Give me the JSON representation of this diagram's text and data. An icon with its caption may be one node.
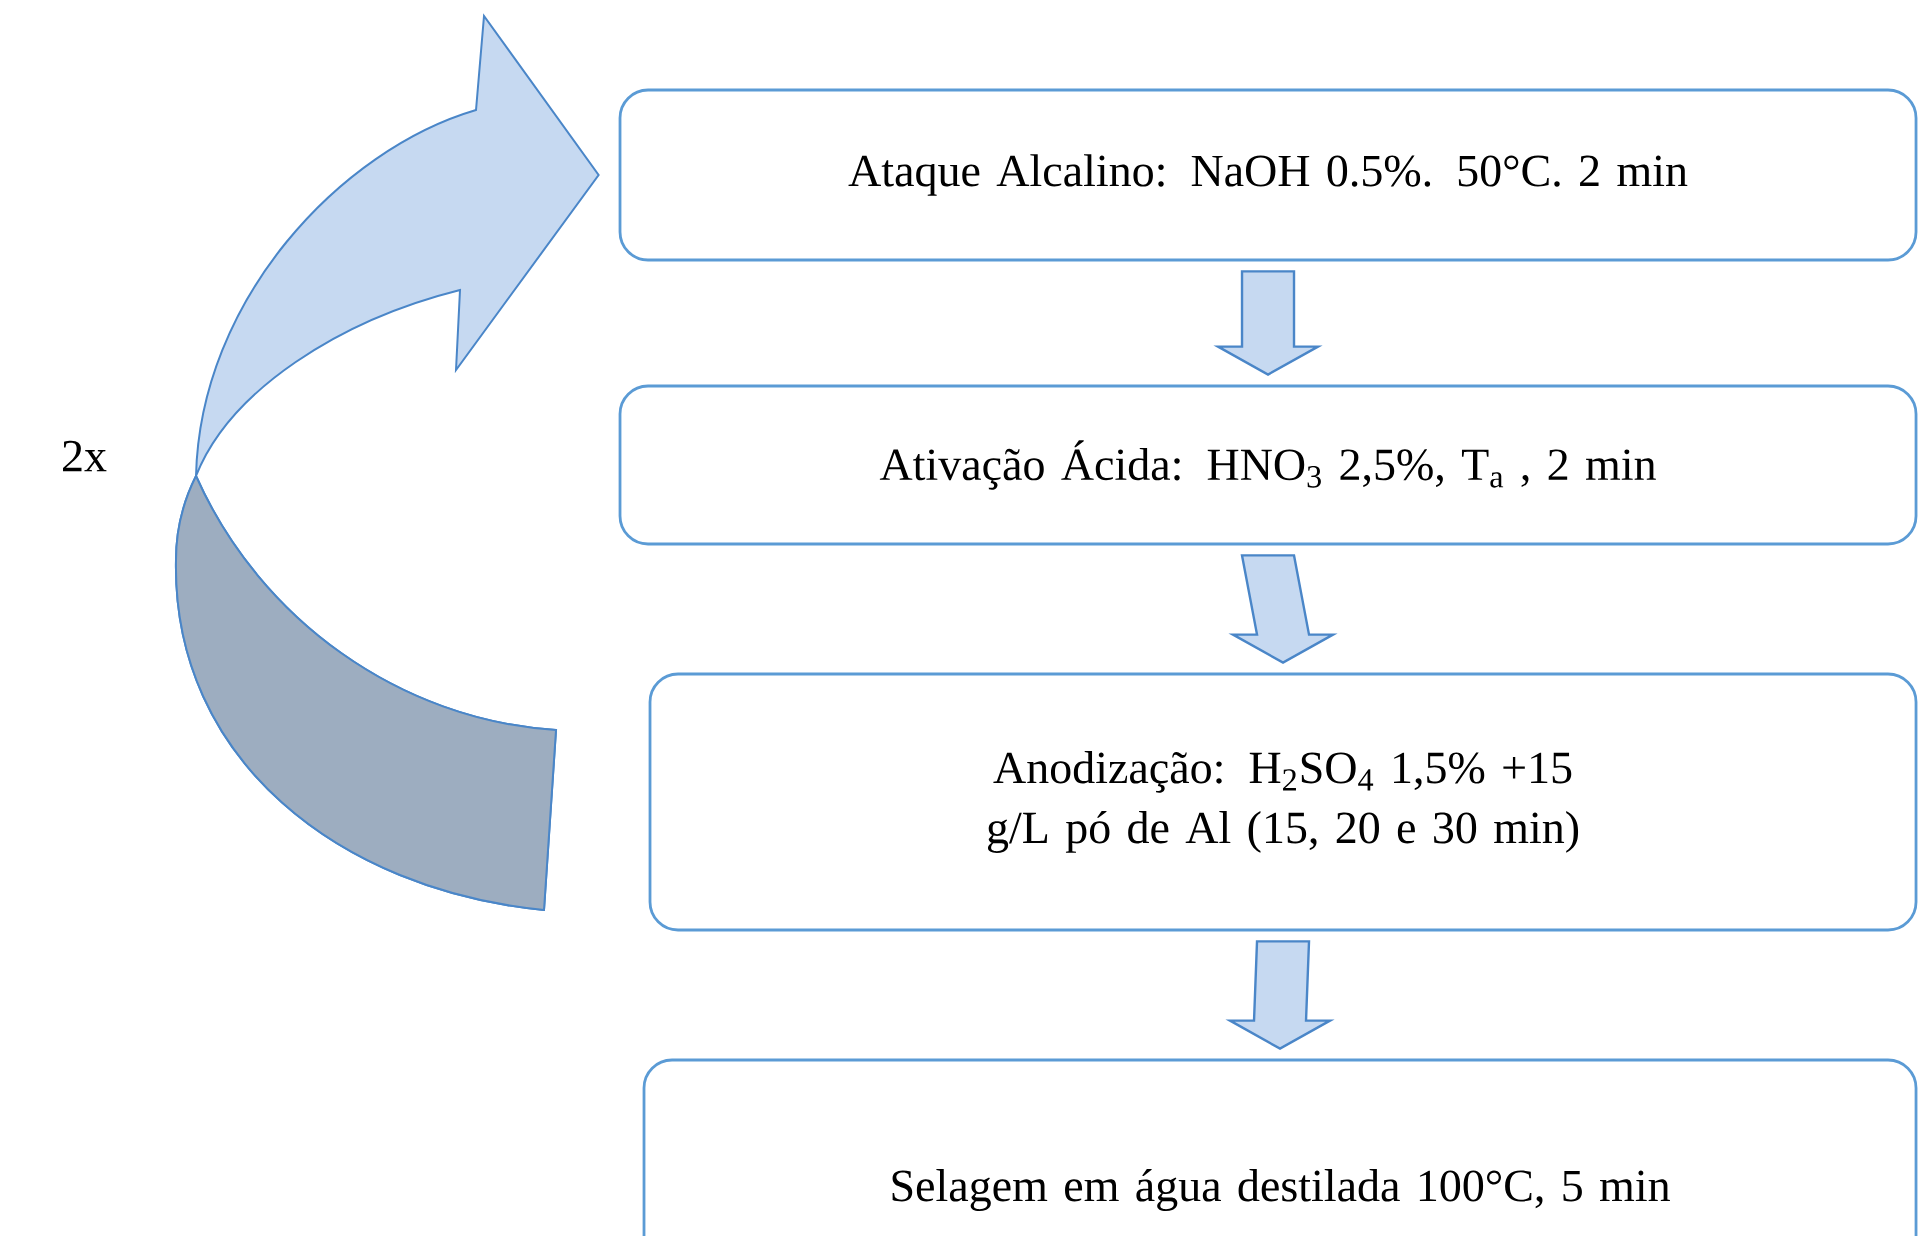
{
  "diagram": {
    "nodes": [
      {
        "text": [
          "Ataque Alcalino: NaOH 0.5%. 50°C. 2 min"
        ]
      },
      {
        "text": [
          "Ativação Ácida: HNO$_{3}$ 2,5%, T$_{a}$ , 2 min"
        ]
      },
      {
        "text": [
          "Anodização: H$_{2}$SO$_{4}$ 1,5% +15 g/L pó de Al (15, 20 e 30 min)"
        ]
      },
      {
        "text": [
          "Selagem em água destilada 100°C, 5 min"
        ]
      }
    ],
    "edges": [
      {
        "from": 0,
        "to": 1,
        "arrow": "to"
      },
      {
        "from": 1,
        "to": 2,
        "arrow": "to"
      },
      {
        "from": 2,
        "to": 3,
        "arrow": "to"
      },
      {
        "from": null,
        "to": 0,
        "arrow": "to"
      }
    ],
    "labels": [
      "2x"
    ]
  }
}
